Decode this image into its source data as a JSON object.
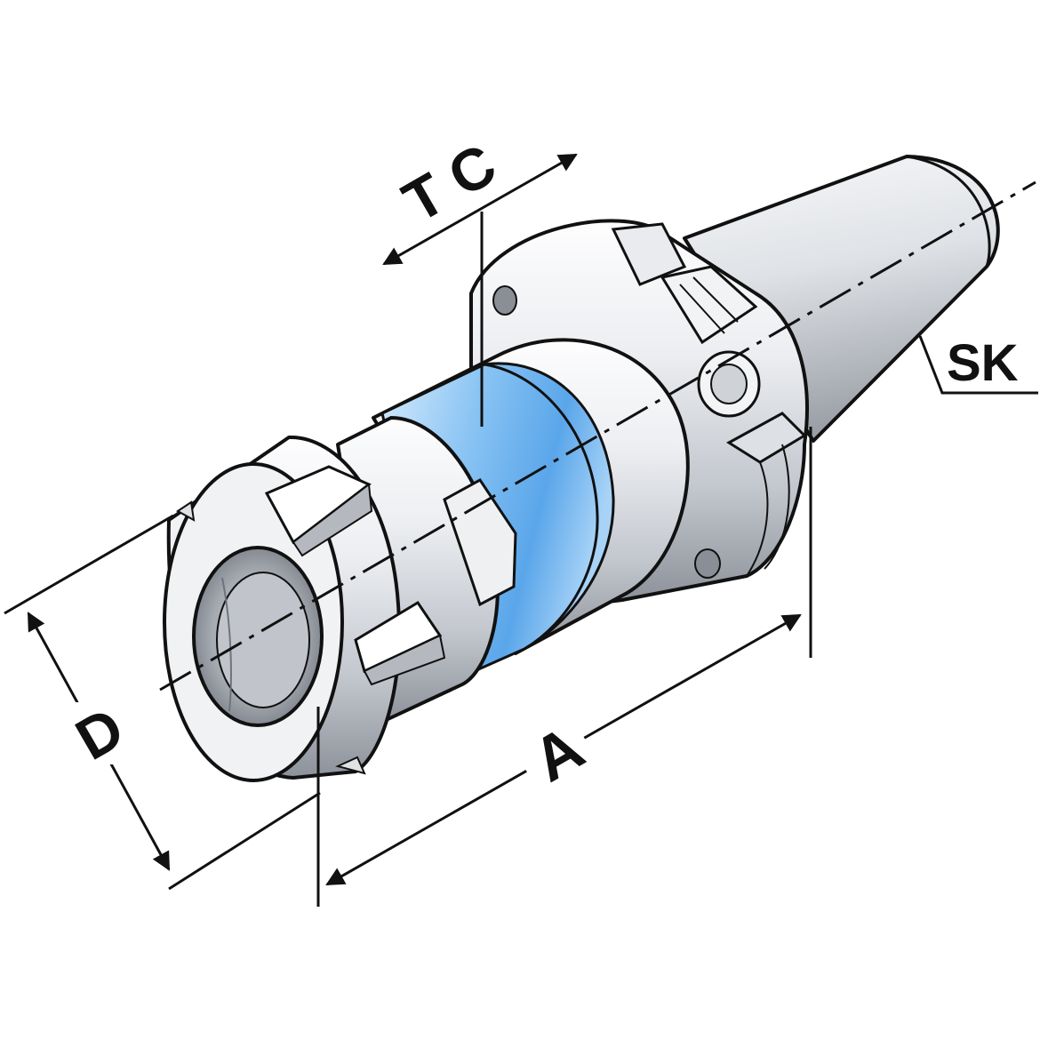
{
  "diagram": {
    "labels": {
      "tc": "T C",
      "sk": "SK",
      "d": "D",
      "a": "A"
    },
    "colors": {
      "line": "#111111",
      "steel_light": "#f4f5f7",
      "steel_mid": "#c9ccd2",
      "steel_dark": "#7d828a",
      "blue_light": "#cfe6fb",
      "blue_mid": "#6cb3ef",
      "blue_dark": "#2f7fd0"
    }
  }
}
